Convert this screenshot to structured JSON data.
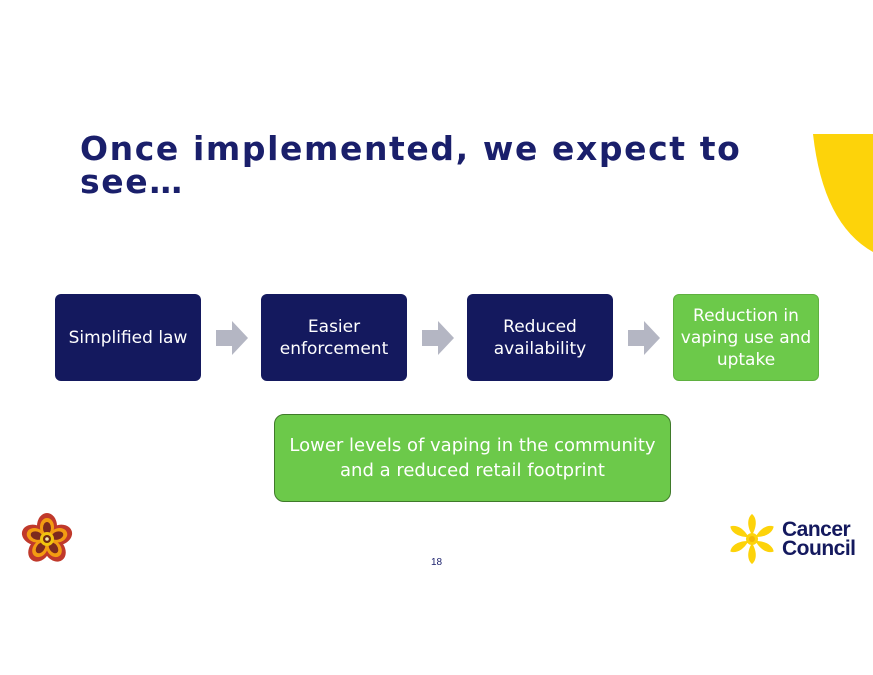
{
  "title": "Once implemented, we expect to see…",
  "flow": {
    "steps": [
      {
        "label": "Simplified law"
      },
      {
        "label": "Easier enforcement"
      },
      {
        "label": "Reduced availability"
      },
      {
        "label": "Reduction in vaping use and uptake"
      }
    ],
    "outcome": "Lower levels of vaping in the community and a reduced retail footprint"
  },
  "footer": {
    "page_number": "18",
    "brand_line1": "Cancer",
    "brand_line2": "Council"
  },
  "colors": {
    "navy": "#14195e",
    "green": "#6cc94a",
    "yellow": "#fdd30a",
    "arrow_grey": "#b4b6c3"
  },
  "icons": [
    "arrow-right-icon",
    "daffodil-icon",
    "aboriginal-flower-icon",
    "sun-arc-decoration"
  ]
}
